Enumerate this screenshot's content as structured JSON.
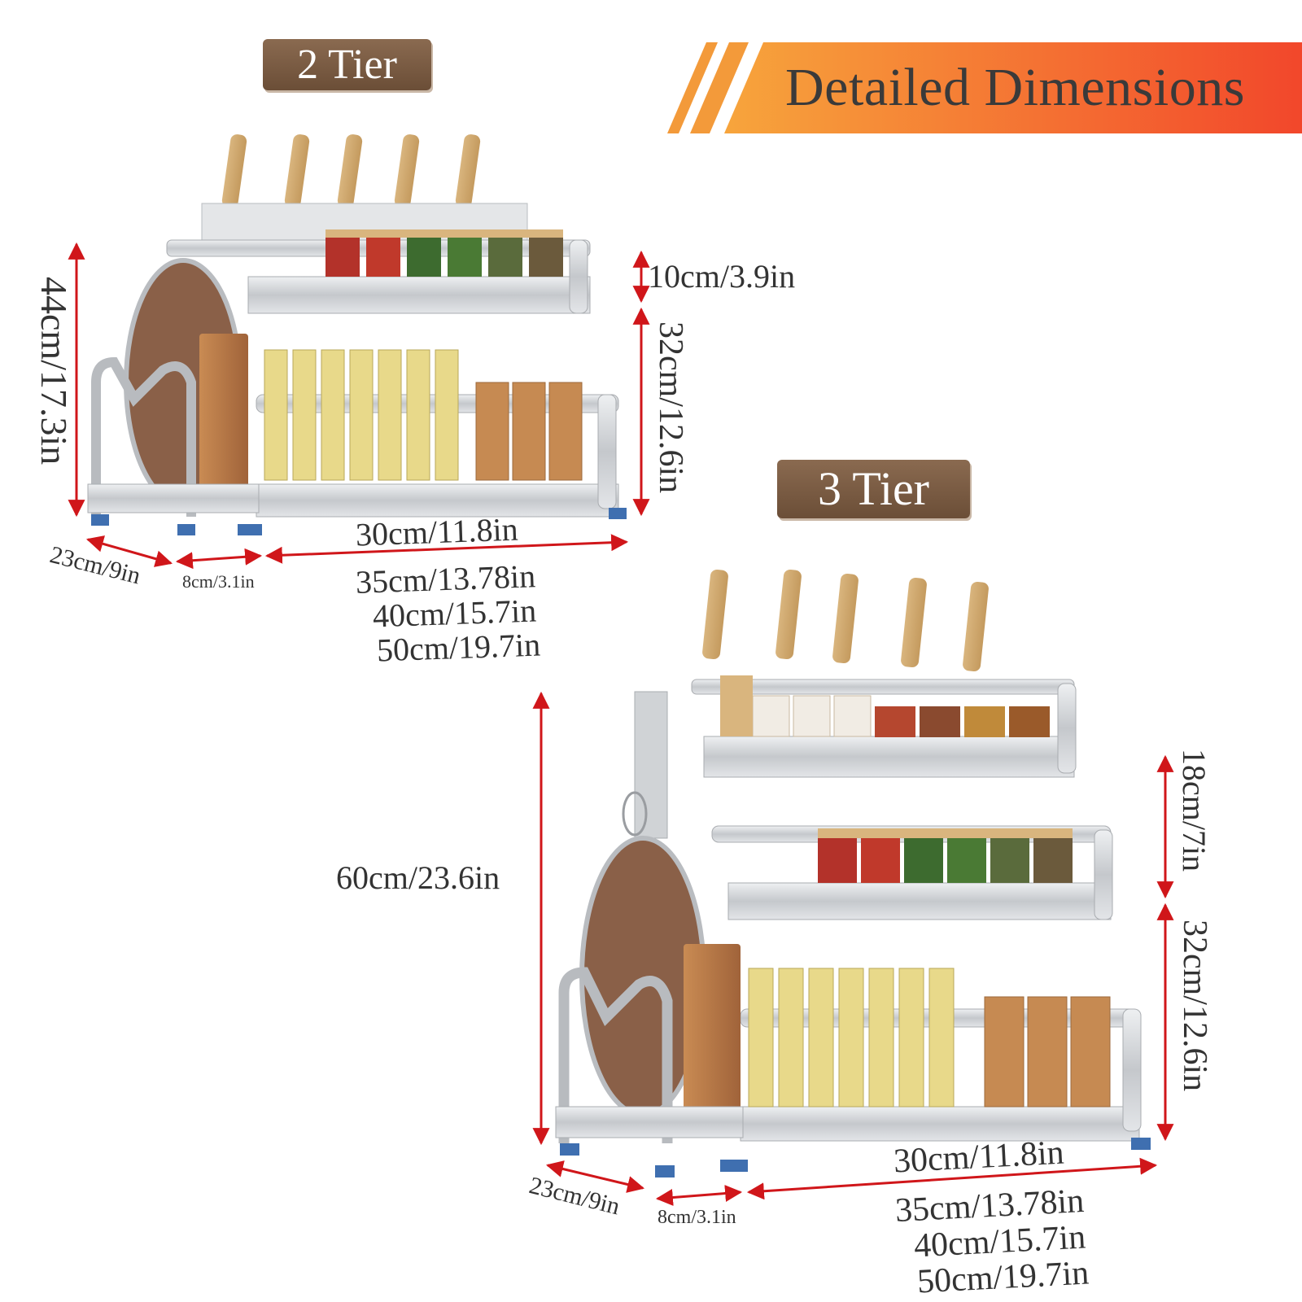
{
  "header": {
    "title": "Detailed Dimensions"
  },
  "colors": {
    "banner_start": "#f5a33a",
    "banner_end": "#f24b2c",
    "badge": "#7a5a42",
    "arrow": "#d0161a",
    "steel": "#c9ccd0"
  },
  "two_tier": {
    "badge": "2 Tier",
    "height_total": "44cm/17.3in",
    "top_tier": "10cm/3.9in",
    "lower_tier": "32cm/12.6in",
    "depth": "23cm/9in",
    "board_width": "8cm/3.1in",
    "width_main": "30cm/11.8in",
    "width_opt1": "35cm/13.78in",
    "width_opt2": "40cm/15.7in",
    "width_opt3": "50cm/19.7in"
  },
  "three_tier": {
    "badge": "3 Tier",
    "height_total": "60cm/23.6in",
    "top_tier": "18cm/7in",
    "lower_tier": "32cm/12.6in",
    "depth": "23cm/9in",
    "board_width": "8cm/3.1in",
    "width_main": "30cm/11.8in",
    "width_opt1": "35cm/13.78in",
    "width_opt2": "40cm/15.7in",
    "width_opt3": "50cm/19.7in"
  }
}
